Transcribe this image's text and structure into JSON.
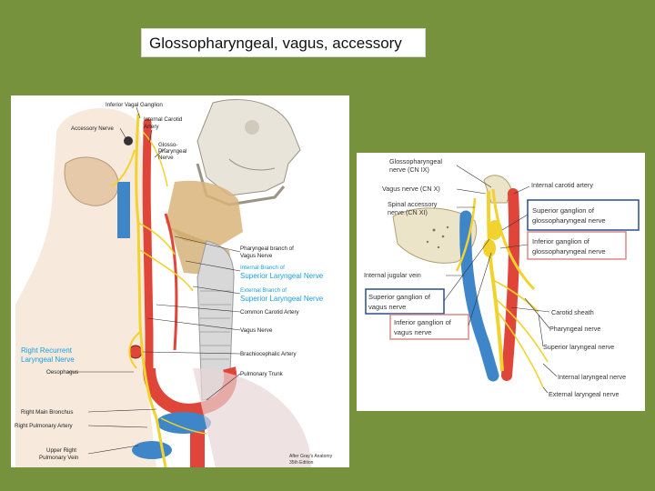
{
  "title": "Glossopharyngeal, vagus, accessory",
  "left_labels": {
    "inferior_vagal_ganglion": "Inferior Vagal Ganglion",
    "internal_carotid_artery_1": "Internal Carotid",
    "internal_carotid_artery_2": "Artery",
    "accessory_nerve": "Accessory Nerve",
    "glossopharyngeal_1": "Glosso-",
    "glossopharyngeal_2": "Pharyngeal",
    "glossopharyngeal_3": "Nerve",
    "pharyngeal_branch_1": "Pharyngeal branch of",
    "pharyngeal_branch_2": "Vagus Nerve",
    "internal_branch_1": "Internal Branch of",
    "internal_branch_2": "Superior Laryngeal Nerve",
    "external_branch_1": "External Branch of",
    "external_branch_2": "Superior Laryngeal Nerve",
    "common_carotid": "Common Carotid Artery",
    "vagus_nerve": "Vagus Nerve",
    "right_recurrent_1": "Right Recurrent",
    "right_recurrent_2": "Laryngeal Nerve",
    "brachiocephalic": "Brachiocephalic Artery",
    "oesophagus": "Oesophagus",
    "pulmonary_trunk": "Pulmonary Trunk",
    "right_main_bronchus": "Right Main Bronchus",
    "right_pulmonary_artery": "Right Pulmonary Artery",
    "upper_right_1": "Upper Right",
    "upper_right_2": "Pulmonary Vein",
    "credit_1": "After Gray's Anatomy",
    "credit_2": "35th Edition"
  },
  "right_labels": {
    "glossopharyngeal_1": "Glossopharyngeal",
    "glossopharyngeal_2": "nerve (CN IX)",
    "vagus": "Vagus nerve (CN X)",
    "spinal_accessory_1": "Spinal accessory",
    "spinal_accessory_2": "nerve (CN XI)",
    "internal_carotid": "Internal carotid artery",
    "superior_ganglion_gp_1": "Superior ganglion of",
    "superior_ganglion_gp_2": "glossopharyngeal nerve",
    "inferior_ganglion_gp_1": "Inferior ganglion of",
    "inferior_ganglion_gp_2": "glossopharyngeal nerve",
    "internal_jugular": "Internal jugular vein",
    "superior_ganglion_v_1": "Superior ganglion of",
    "superior_ganglion_v_2": "vagus nerve",
    "inferior_ganglion_v_1": "Inferior ganglion of",
    "inferior_ganglion_v_2": "vagus nerve",
    "carotid_sheath": "Carotid sheath",
    "pharyngeal_nerve": "Pharyngeal nerve",
    "superior_laryngeal": "Superior laryngeal nerve",
    "internal_laryngeal": "Internal laryngeal nerve",
    "external_laryngeal": "External laryngeal nerve"
  },
  "colors": {
    "background": "#76923c",
    "nerve": "#f2d22e",
    "artery": "#e0453a",
    "vein": "#3f86c9",
    "label_blue": "#1a9fe0",
    "box_blue": "#2a4f8c",
    "box_pink": "#d88a8a"
  }
}
